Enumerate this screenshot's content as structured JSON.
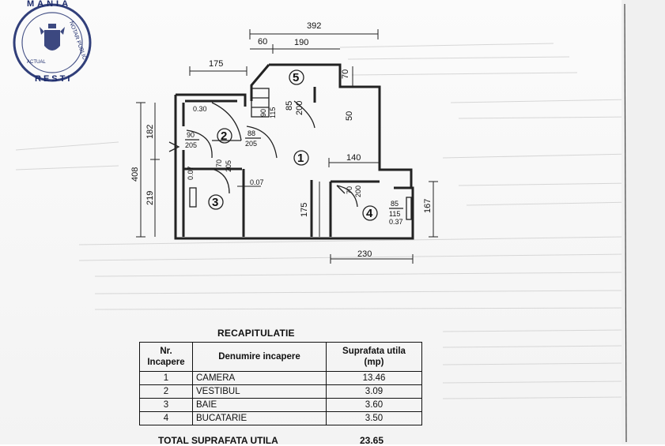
{
  "stamp": {
    "text_top": "MANIA",
    "text_side": "NOTAR PUBLIC",
    "text_bottom": "RESTI",
    "text_inner": "ACTUAL"
  },
  "plan": {
    "dimensions": {
      "total_width": "392",
      "top_left_step": "60",
      "top_right_step": "190",
      "left_width": "175",
      "total_height": "408",
      "upper_height": "182",
      "lower_height": "219",
      "wall_thin_1": "0.30",
      "balcony_height": "70",
      "kitchen_top": "50",
      "kitchen_width": "140",
      "room_height": "175",
      "bath_wall": "0.07",
      "bath_wall_2": "0.07",
      "right_height": "167",
      "bottom_width": "230",
      "kitchen_wall": "0.37"
    },
    "doors": [
      {
        "w": "90",
        "h": "205"
      },
      {
        "w": "88",
        "h": "205"
      },
      {
        "w": "70",
        "h": "205"
      },
      {
        "w": "90",
        "h": "115"
      },
      {
        "w": "85",
        "h": "200"
      },
      {
        "w": "70",
        "h": "200"
      },
      {
        "w": "85",
        "h": "115"
      }
    ],
    "room_numbers": [
      "1",
      "2",
      "3",
      "4",
      "5"
    ]
  },
  "recap": {
    "title": "RECAPITULATIE",
    "headers": {
      "nr_line1": "Nr.",
      "nr_line2": "Incapere",
      "name": "Denumire incapere",
      "area_line1": "Suprafata utila",
      "area_line2": "(mp)"
    },
    "rows": [
      {
        "nr": "1",
        "name": "CAMERA",
        "area": "13.46"
      },
      {
        "nr": "2",
        "name": "VESTIBUL",
        "area": "3.09"
      },
      {
        "nr": "3",
        "name": "BAIE",
        "area": "3.60"
      },
      {
        "nr": "4",
        "name": "BUCATARIE",
        "area": "3.50"
      }
    ],
    "total_label": "TOTAL SUPRAFATA UTILA",
    "total_value": "23.65"
  }
}
